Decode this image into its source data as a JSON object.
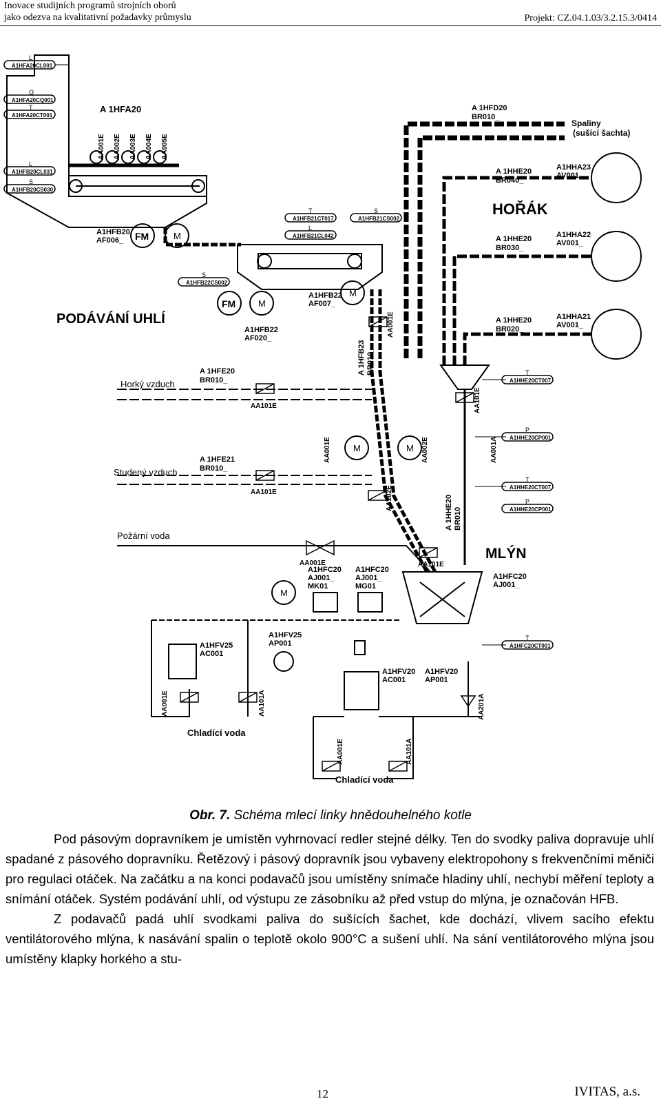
{
  "header": {
    "line1": "Inovace studijních programů strojních oborů",
    "line2": "jako odezva na kvalitativní požadavky průmyslu",
    "project": "Projekt: CZ.04.1.03/3.2.15.3/0414"
  },
  "diagram": {
    "section_feed": "PODÁVÁNÍ UHLÍ",
    "section_burner": "HOŘÁK",
    "section_mill": "MLÝN",
    "flue_gas": "Spaliny\n(sušící šachta)",
    "hot_air": "Horký vzduch",
    "cold_air": "Studený vzduch",
    "fire_water": "Požární voda",
    "cooling_water_1": "Chladící voda",
    "cooling_water_2": "Chladící voda",
    "bunker": "A 1HFA20",
    "fm": "FM",
    "motor": "M",
    "tags": {
      "a1hfa20cl001": "A1HFA20CL001",
      "a1hfa20cq001": "A1HFA20CQ001",
      "a1hfa20ct001": "A1HFA20CT001",
      "a1hfb20cl031": "A1HFB20CL031",
      "a1hfb20cs030": "A1HFB20CS030",
      "a1hfb21ct017": "A1HFB21CT017",
      "a1hfb21cl042": "A1HFB21CL042",
      "a1hfb21cs002": "A1HFB21CS002",
      "a1hfb22cs002": "A1HFB22CS002",
      "a1hfb20_af006": "A1HFB20\nAF006_",
      "a1hfb22_af020": "A1HFB22\nAF020_",
      "a1hfb22_af007": "A1HFB22\nAF007_",
      "a1hfb23_br010": "A 1HFB23\nBR010_",
      "a1hfe20_br010": "A 1HFE20\nBR010_",
      "a1hfe21_br010": "A 1HFE21\nBR010_",
      "a1hfd20_br010": "A 1HFD20\nBR010_",
      "a1hhe20_br040": "A 1HHE20\nBR040_",
      "a1hhe20_br030": "A 1HHE20\nBR030_",
      "a1hhe20_br020": "A 1HHE20\nBR020_",
      "a1hha23_av001": "A1HHA23\nAV001_",
      "a1hha22_av001": "A1HHA22\nAV001_",
      "a1hha21_av001": "A1HHA21\nAV001_",
      "a1hhe20ct007": "A1HHE20CT007",
      "a1hhe20cp001": "A1HHE20CP001",
      "a1hhe20ct007b": "A1HHE20CT007",
      "a1hhe20cp001b": "A1HHE20CP001",
      "a1hhe20_br010": "A 1HHE20\nBR010",
      "a1hfc20_aj001": "A1HFC20\nAJ001_",
      "a1hfc20ct001": "A1HFC20CT001",
      "a1hfc20_aj001_mk01": "A1HFC20\nAJ001_\nMK01",
      "a1hfc20_aj001_mg01": "A1HFC20\nAJ001_\nMG01",
      "a1hfv25_ac001": "A1HFV25\nAC001",
      "a1hfv25_ap001": "A1HFV25\nAP001",
      "a1hfv20_ac001": "A1HFV20\nAC001",
      "a1hfv20_ap001": "A1HFV20\nAP001",
      "aa001e": "AA001E",
      "aa002e": "AA002E",
      "aa003e": "AA003E",
      "aa004e": "AA004E",
      "aa005e": "AA005E",
      "aa101e": "AA101E",
      "aa102e": "AA102E",
      "aa001a": "AA001A",
      "aa101a": "AA101A",
      "aa201a": "AA201A",
      "letter_l": "L",
      "letter_q": "Q",
      "letter_t": "T",
      "letter_s": "S",
      "letter_p": "P"
    }
  },
  "caption": {
    "label": "Obr. 7.",
    "text": "Schéma mlecí linky hnědouhelného kotle"
  },
  "body": [
    "Pod pásovým dopravníkem je umístěn vyhrnovací redler stejné délky. Ten do svodky paliva dopravuje uhlí spadané z pásového dopravníku. Řetězový i pásový dopravník jsou vybaveny elektropohony s frekvenčními měniči pro regulaci otáček. Na začátku a na konci podavačů jsou umístěny snímače hladiny uhlí, nechybí měření teploty a snímání otáček. Systém podávání uhlí, od výstupu ze zásobníku až před vstup do mlýna, je označován HFB.",
    "Z podavačů padá uhlí svodkami paliva do sušících šachet, kde dochází, vlivem sacího efektu ventilátorového mlýna, k nasávání spalin o teplotě okolo 900°C a sušení uhlí. Na sání ventilátorového mlýna jsou umístěny klapky horkého a stu-"
  ],
  "footer": {
    "page": "12",
    "org": "IVITAS, a.s."
  }
}
